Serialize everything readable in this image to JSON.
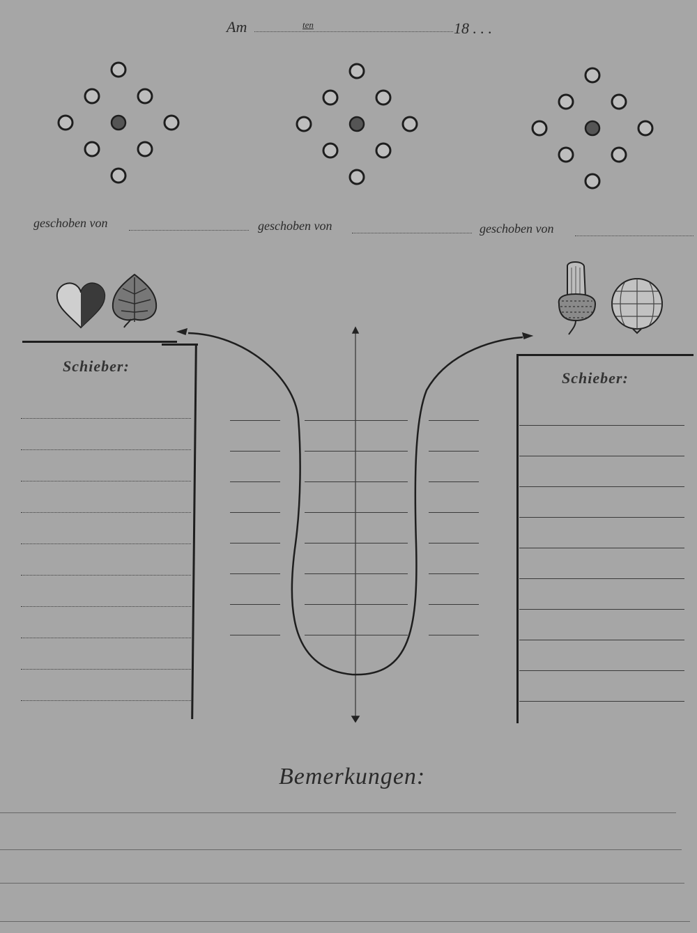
{
  "header": {
    "am_label": "Am",
    "ten_label": "ten",
    "year_label": "18 . . ."
  },
  "boards": [
    {
      "pushed_by_label": "geschoben von"
    },
    {
      "pushed_by_label": "geschoben von"
    },
    {
      "pushed_by_label": "geschoben von"
    }
  ],
  "left_panel": {
    "title": "Schieber:"
  },
  "right_panel": {
    "title": "Schieber:"
  },
  "remarks": {
    "title": "Bemerkungen:"
  },
  "icons": {
    "left": [
      "heart-icon",
      "leaf-icon"
    ],
    "right": [
      "acorn-icon",
      "ball-icon"
    ]
  }
}
